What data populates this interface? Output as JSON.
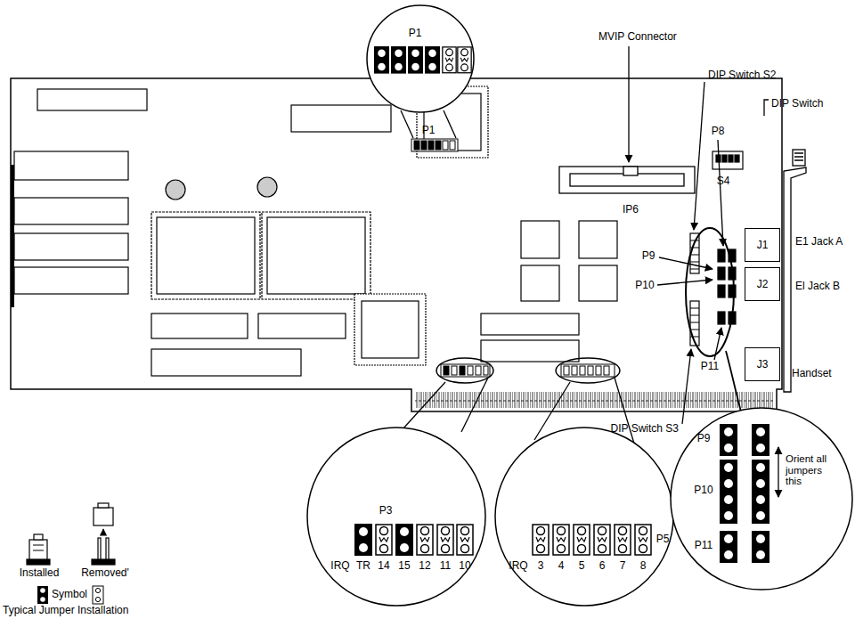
{
  "diagram": {
    "nodes": [
      {
        "text": [
          "J1"
        ]
      },
      {
        "text": [
          "J2"
        ]
      },
      {
        "text": [
          "J3"
        ]
      }
    ],
    "labels": [
      "P1",
      "MVIP Connector",
      "DIP Switch S2",
      "DIP Switch",
      "P1",
      "IP6",
      "S4",
      "P8",
      "E1 Jack A",
      "El Jack B",
      "P9",
      "P10",
      "P11",
      "Handset",
      "DIP Switch S3",
      "P3",
      "IRQ",
      "TR",
      "14",
      "15",
      "12",
      "11",
      "10",
      "P5",
      "IRQ",
      "3",
      "4",
      "5",
      "6",
      "7",
      "8",
      "P9",
      "P10",
      "P11",
      "Orient all jumpers this",
      "Installed",
      "Removed'",
      "Symbol",
      "Typical Jumper Installation"
    ]
  }
}
